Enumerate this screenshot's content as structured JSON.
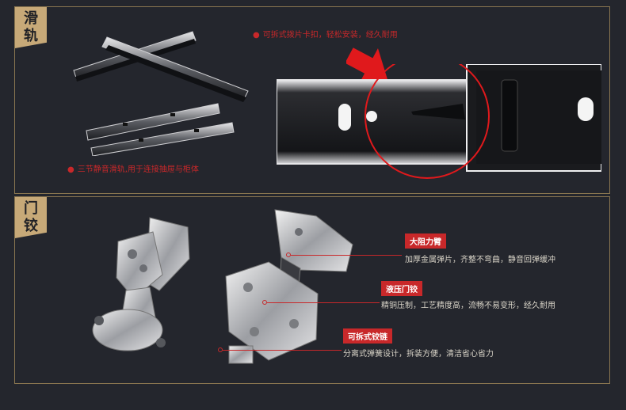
{
  "sections": {
    "slide": {
      "tag": [
        "滑",
        "轨"
      ],
      "note_top": "可拆式拨片卡扣，轻松安装，经久耐用",
      "note_bottom": "三节静音滑轨,用于连接抽屉与柜体",
      "bullet": "●"
    },
    "hinge": {
      "tag": [
        "门",
        "铰"
      ],
      "callouts": [
        {
          "label": "大阻力臂",
          "desc": "加厚金属弹片，齐整不弯曲，静音回弹缓冲"
        },
        {
          "label": "液压门铰",
          "desc": "精铜压制，工艺精度高，流畅不易变形，经久耐用"
        },
        {
          "label": "可拆式铰链",
          "desc": "分离式弹簧设计，拆装方便，清洁省心省力"
        }
      ]
    }
  },
  "colors": {
    "background": "#24262d",
    "frame": "#8a7650",
    "tag": "#c7a978",
    "accent_red": "#c8282a"
  }
}
